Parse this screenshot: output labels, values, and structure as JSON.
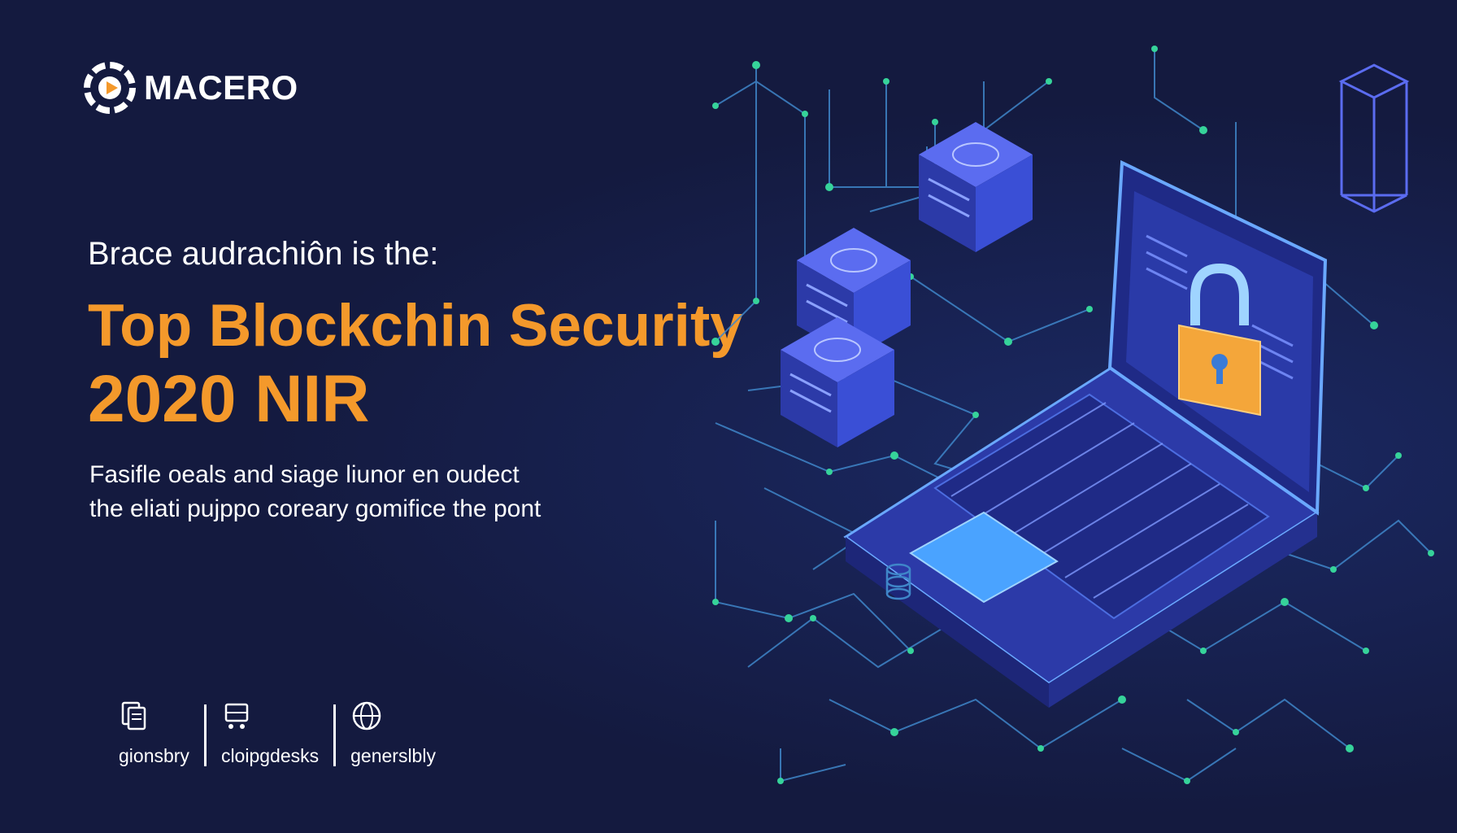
{
  "brand": {
    "name": "MACERO"
  },
  "hero": {
    "intro": "Brace audrachiôn is the:",
    "headline_line1": "Top Blockchin Security",
    "headline_line2": "2020 NIR",
    "description_line1": "Fasifle oeals and siage liunor en oudect",
    "description_line2": "the eliati pujppo coreary gomifice the pont"
  },
  "features": [
    {
      "label": "gionsbry",
      "icon": "document-stack-icon"
    },
    {
      "label": "cloipgdesks",
      "icon": "cart-icon"
    },
    {
      "label": "generslbly",
      "icon": "globe-icon"
    }
  ],
  "colors": {
    "background": "#141a3f",
    "accent": "#f4992b",
    "circuit": "#3f86c9",
    "node": "#36d39a",
    "device": "#3a4fd6"
  }
}
